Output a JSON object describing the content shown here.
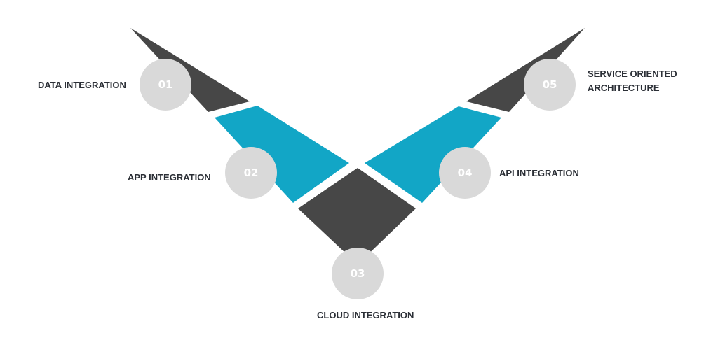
{
  "colors": {
    "dark_segment": "#474747",
    "accent_segment": "#12a6c6",
    "circle_fill": "#d9d9d9",
    "number_text": "#ffffff",
    "label_text": "#2b2f36"
  },
  "steps": [
    {
      "number": "01",
      "label_lines": [
        "DATA INTEGRATION"
      ]
    },
    {
      "number": "02",
      "label_lines": [
        "APP INTEGRATION"
      ]
    },
    {
      "number": "03",
      "label_lines": [
        "CLOUD INTEGRATION"
      ]
    },
    {
      "number": "04",
      "label_lines": [
        "API INTEGRATION"
      ]
    },
    {
      "number": "05",
      "label_lines": [
        "SERVICE ORIENTED",
        "ARCHITECTURE"
      ]
    }
  ]
}
